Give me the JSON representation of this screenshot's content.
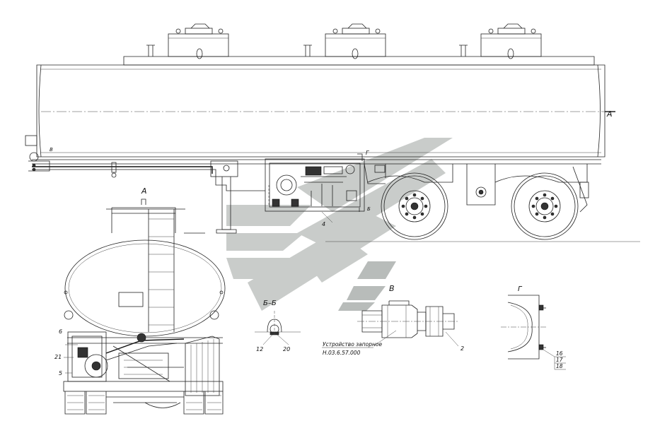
{
  "labels": {
    "view_a_top": "А",
    "view_a_side": "А",
    "view_v_top": "В",
    "view_v": "В",
    "view_g_top": "Г",
    "view_g": "Г",
    "section_b_top": "Б",
    "section_bb": "Б–Б",
    "pos_4": "4",
    "pos_6": "6",
    "pos_21": "21",
    "pos_5": "5",
    "pos_12": "12",
    "pos_20": "20",
    "pos_2": "2",
    "pos_16": "16",
    "pos_17": "17",
    "pos_18": "18",
    "device_name_line1": "Устройство запорное",
    "device_code": "Н.03.6.57.000"
  },
  "colors": {
    "line": "#222222",
    "watermark_light": "#c9ccca",
    "watermark_dark": "#b8bcba",
    "background": "#ffffff"
  }
}
